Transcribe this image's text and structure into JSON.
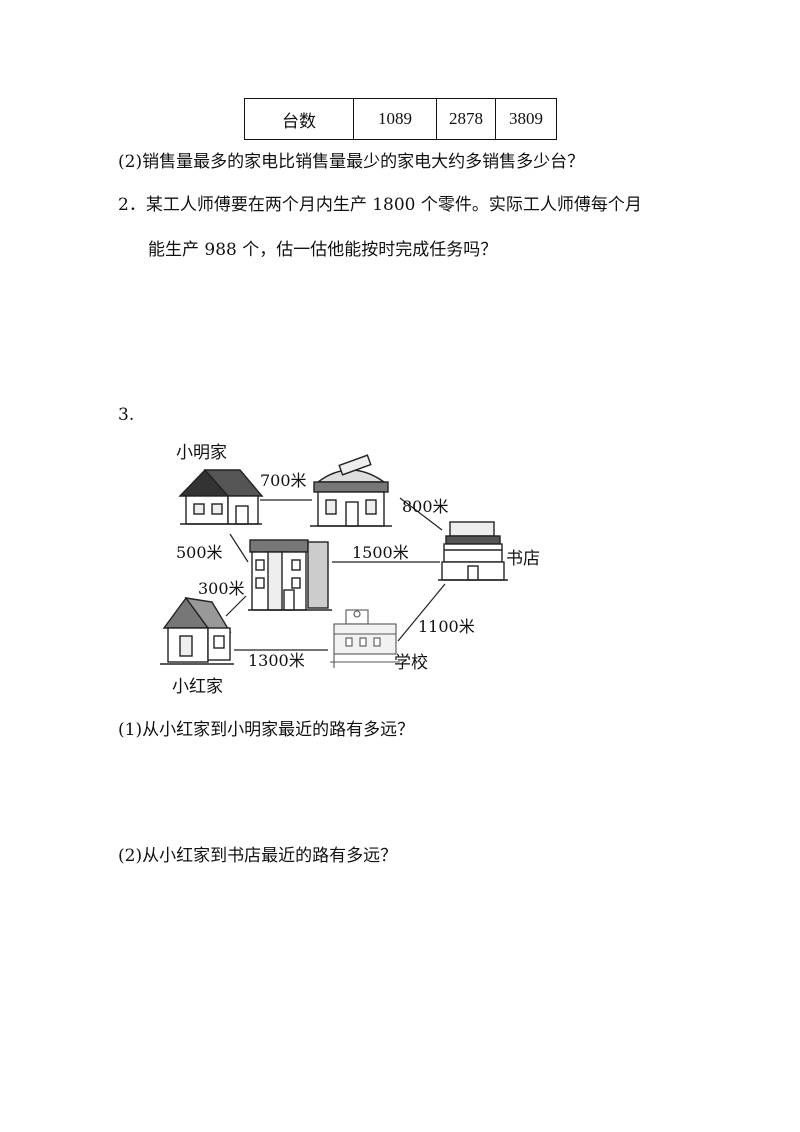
{
  "table": {
    "header": "台数",
    "values": [
      "1089",
      "2878",
      "3809"
    ]
  },
  "questions": {
    "q1_part2": "(2)销售量最多的家电比销售量最少的家电大约多销售多少台？",
    "q2_line1": "2．某工人师傅要在两个月内生产 1800 个零件。实际工人师傅每个月",
    "q2_line2": "能生产 988 个，估一估他能按时完成任务吗？",
    "q3_number": "3.",
    "q3_part1": "(1)从小红家到小明家最近的路有多远？",
    "q3_part2": "(2)从小红家到书店最近的路有多远？"
  },
  "map": {
    "places": {
      "xiaoming_home": "小明家",
      "xiaohong_home": "小红家",
      "bookstore": "书店",
      "school": "学校"
    },
    "distances": {
      "xiaoming_to_top": "700米",
      "top_to_bookstore": "800米",
      "xiaoming_to_middle": "500米",
      "middle_to_bookstore": "1500米",
      "middle_to_xiaohong": "300米",
      "bookstore_to_school": "1100米",
      "xiaohong_to_school": "1300米"
    }
  }
}
